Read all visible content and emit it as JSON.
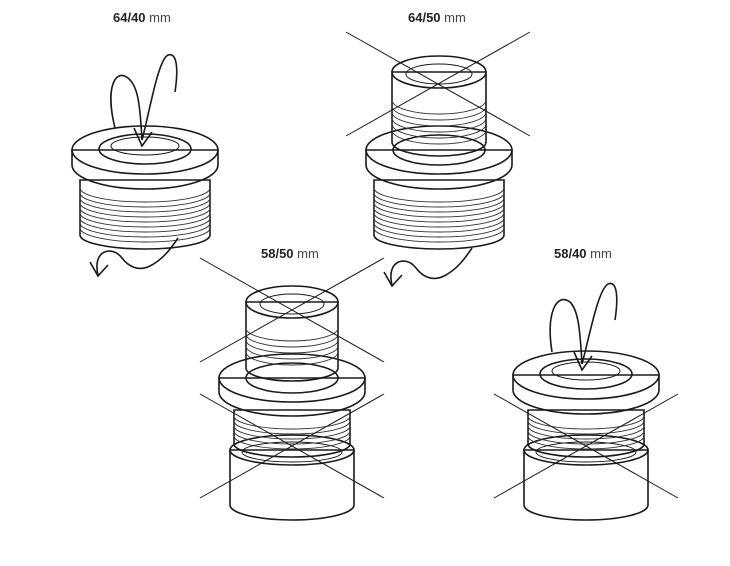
{
  "labels": [
    {
      "value": "64/40",
      "unit": "mm"
    },
    {
      "value": "64/50",
      "unit": "mm"
    },
    {
      "value": "58/50",
      "unit": "mm"
    },
    {
      "value": "58/40",
      "unit": "mm"
    }
  ],
  "colors": {
    "line": "#1a1a1a",
    "flange": "#f4f4f4",
    "body": "#d2d2d2",
    "adapter": "#c8c8c8"
  },
  "icons": [
    "rotate-arrow-icon",
    "cross-out-icon",
    "hook-arrow-icon"
  ]
}
